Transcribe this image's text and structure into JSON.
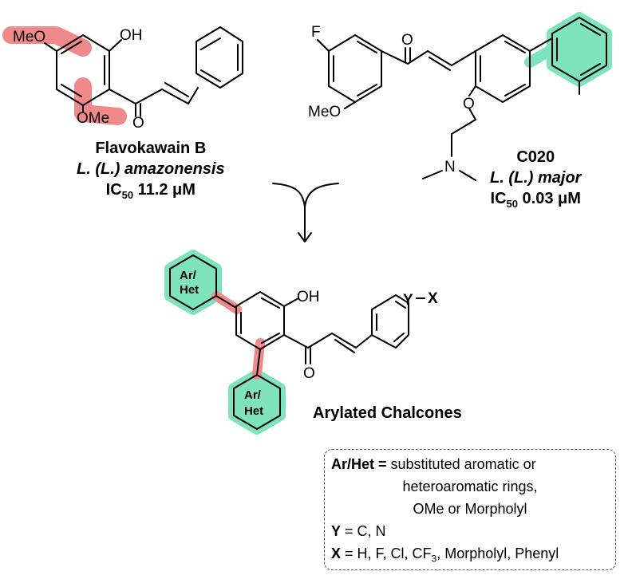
{
  "compounds": {
    "flavokawain": {
      "name": "Flavokawain B",
      "species": "L. (L.) amazonensis",
      "ic50_prefix": "IC",
      "ic50_sub": "50",
      "ic50_value": "11.2 μM",
      "labels": {
        "meo_top": "MeO",
        "oh": "OH",
        "ome": "OMe",
        "o": "O"
      }
    },
    "c020": {
      "name": "C020",
      "species": "L. (L.) major",
      "ic50_prefix": "IC",
      "ic50_sub": "50",
      "ic50_value": "0.03 μM",
      "labels": {
        "f": "F",
        "o_carbonyl": "O",
        "meo": "MeO",
        "o_ether": "O",
        "n": "N"
      }
    },
    "product": {
      "name": "Arylated Chalcones",
      "labels": {
        "ar": "Ar/",
        "het": "Het",
        "oh": "OH",
        "o": "O",
        "y": "Y",
        "x": "X"
      }
    }
  },
  "legend": {
    "line1_bold": "Ar/Het =",
    "line1_text": " substituted aromatic or",
    "line2": "heteroaromatic rings,",
    "line3": "OMe or Morpholyl",
    "line4_bold": "Y",
    "line4_text": " = C, N",
    "line5_bold": "X",
    "line5_text_a": " = H, F, Cl, CF",
    "line5_sub": "3",
    "line5_text_b": ", Morpholyl, Phenyl"
  },
  "colors": {
    "highlight_red": "#f08a8a",
    "highlight_green": "#7fe3bf",
    "legend_border": "#555555"
  }
}
